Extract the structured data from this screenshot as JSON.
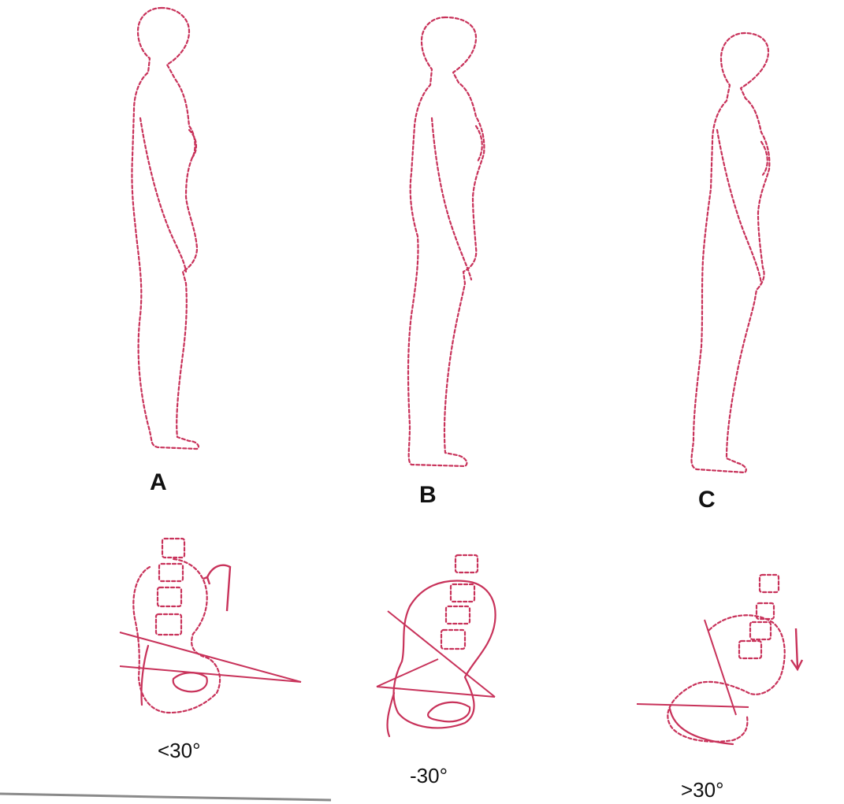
{
  "panels": [
    {
      "label": "A",
      "angle": "<30°"
    },
    {
      "label": "B",
      "angle": "-30°"
    },
    {
      "label": "C",
      "angle": ">30°"
    }
  ],
  "colors": {
    "outline": "#c8325a",
    "text": "#111111",
    "background": "#ffffff"
  }
}
